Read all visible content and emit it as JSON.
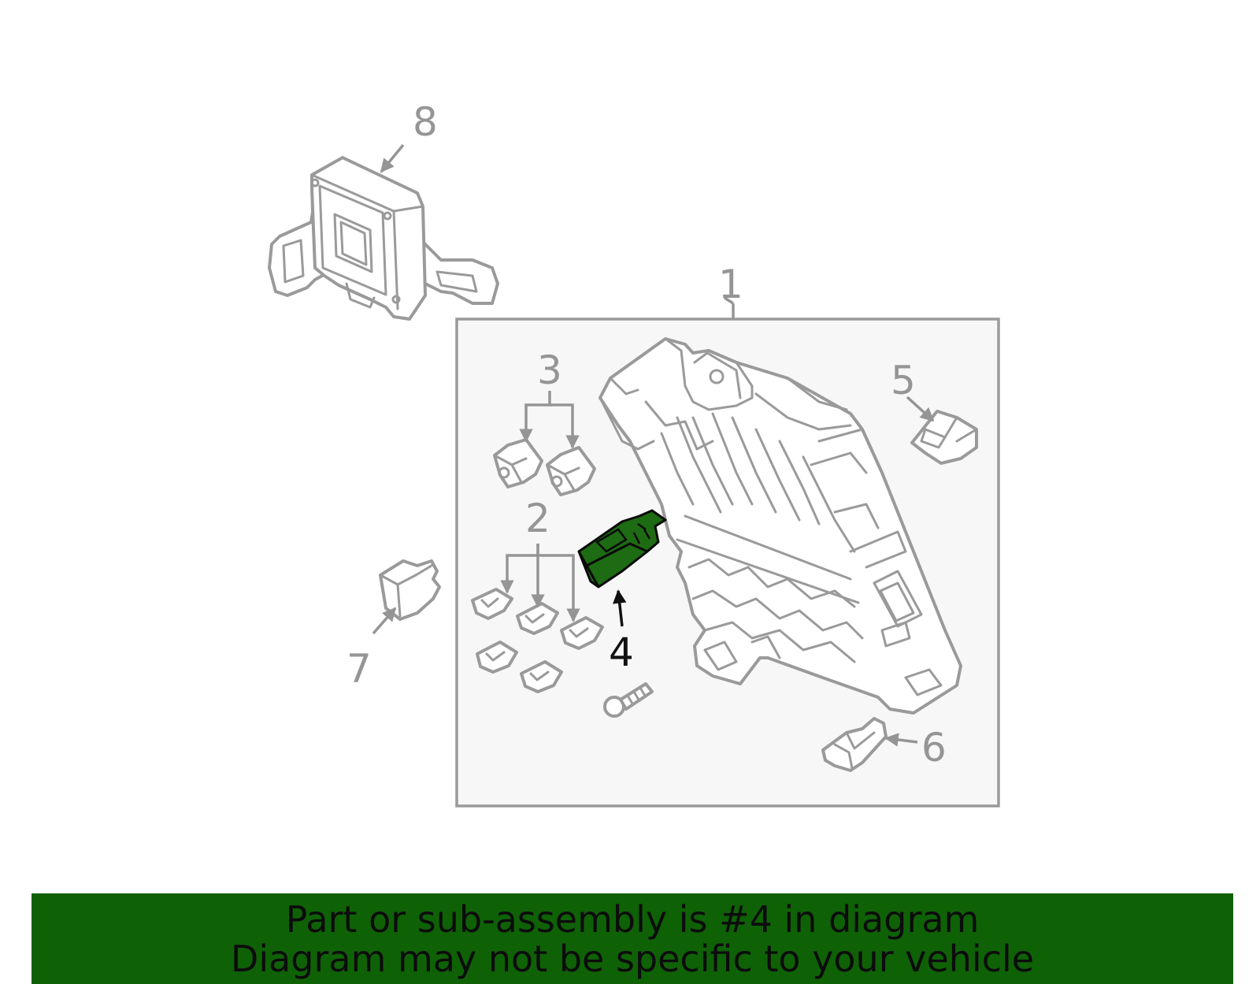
{
  "callouts": {
    "c1": "1",
    "c2": "2",
    "c3": "3",
    "c4": "4",
    "c5": "5",
    "c6": "6",
    "c7": "7",
    "c8": "8"
  },
  "highlighted_part": "4",
  "colors": {
    "highlight_fill": "#1d6b12",
    "line_gray": "#9a9a9a",
    "callout_gray": "#959595",
    "box_fill": "#f7f7f7",
    "footer_bg": "#0f6106"
  },
  "footer": {
    "line1": "Part or sub-assembly is #4 in diagram",
    "line2": "Diagram may not be specific to your vehicle"
  }
}
